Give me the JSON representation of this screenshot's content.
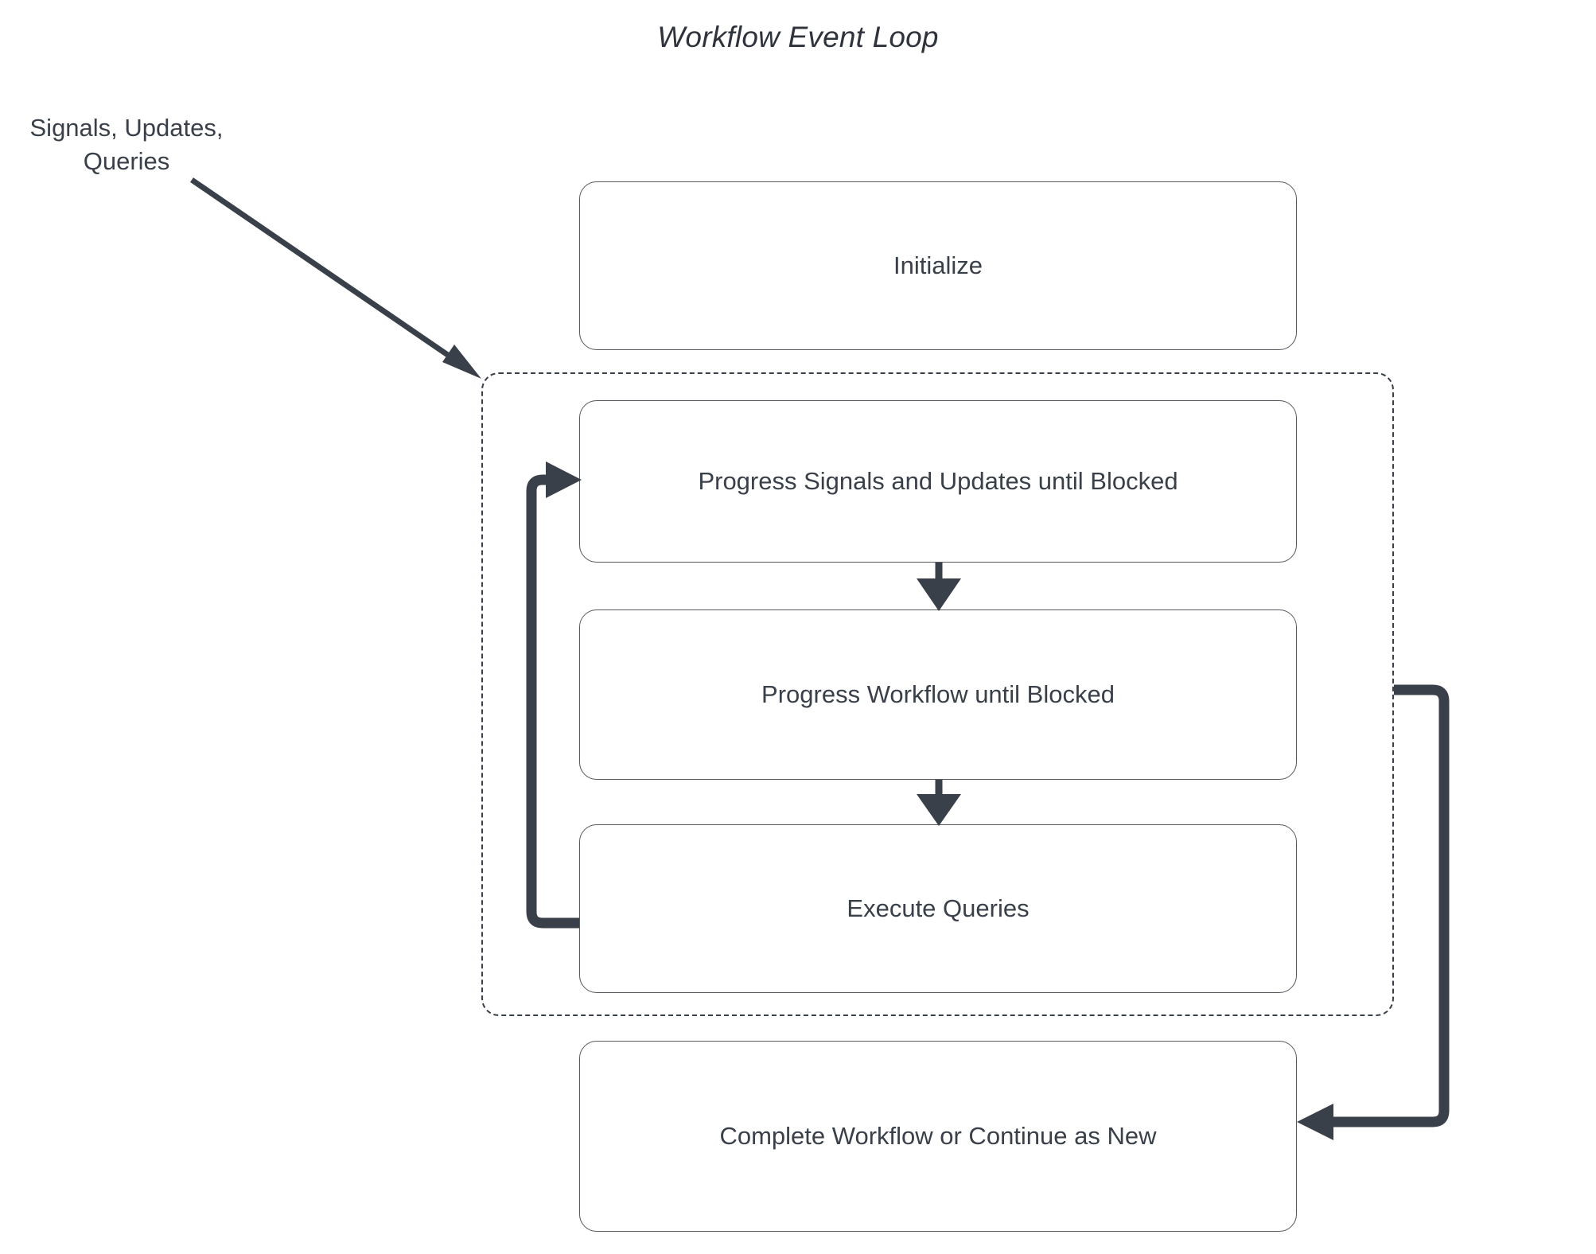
{
  "diagram": {
    "title": "Workflow Event Loop",
    "background_color": "#ffffff",
    "stroke_color": "#3a4049",
    "box_border_color": "#55585e",
    "text_color": "#3a4049",
    "external_input": {
      "line1": "Signals, Updates,",
      "line2": "Queries"
    },
    "nodes": [
      {
        "id": "initialize",
        "label": "Initialize"
      },
      {
        "id": "progress_signals",
        "label": "Progress Signals and Updates until Blocked"
      },
      {
        "id": "progress_workflow",
        "label": "Progress Workflow until Blocked"
      },
      {
        "id": "execute_queries",
        "label": "Execute Queries"
      },
      {
        "id": "complete_workflow",
        "label": "Complete Workflow or Continue as New"
      }
    ],
    "loop_group": {
      "style": "dashed",
      "members": [
        "progress_signals",
        "progress_workflow",
        "execute_queries"
      ]
    },
    "edges": [
      {
        "from": "external_input",
        "to": "loop_group",
        "label": ""
      },
      {
        "from": "progress_signals",
        "to": "progress_workflow",
        "label": ""
      },
      {
        "from": "progress_workflow",
        "to": "execute_queries",
        "label": ""
      },
      {
        "from": "execute_queries",
        "to": "progress_signals",
        "label": ""
      },
      {
        "from": "loop_group",
        "to": "complete_workflow",
        "label": ""
      }
    ]
  }
}
